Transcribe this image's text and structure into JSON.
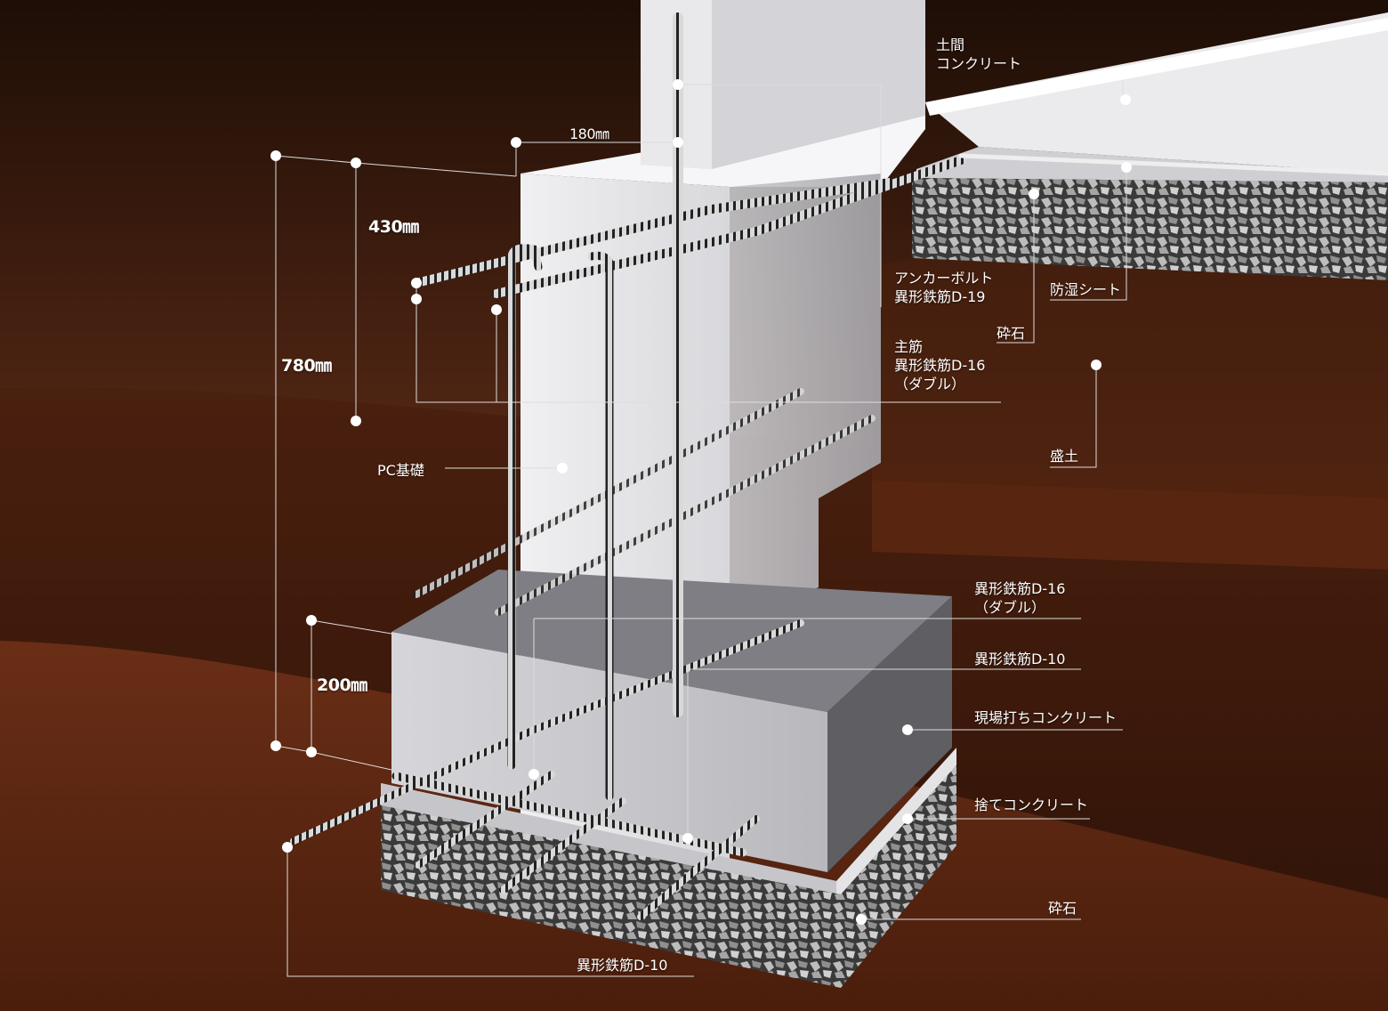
{
  "labels": {
    "doma_concrete": [
      "土間",
      "コンクリート"
    ],
    "moisture_sheet": "防湿シート",
    "anchor_bolt": [
      "アンカーボルト",
      "異形鉄筋D-19"
    ],
    "crushed_stone_upper": "砕石",
    "main_rebar": [
      "主筋",
      "異形鉄筋D-16",
      "（ダブル）"
    ],
    "fill_soil": "盛土",
    "pc_foundation": "PC基礎",
    "rebar_d16_double": [
      "異形鉄筋D-16",
      "（ダブル）"
    ],
    "rebar_d10_upper": "異形鉄筋D-10",
    "cast_in_place": "現場打ちコンクリート",
    "blinding_concrete": "捨てコンクリート",
    "crushed_stone_lower": "砕石",
    "rebar_d10_bottom": "異形鉄筋D-10"
  },
  "dimensions": {
    "width": "180㎜",
    "upper_height": "430㎜",
    "total_height": "780㎜",
    "footing_height": "200㎜"
  },
  "colors": {
    "soil_dark": "#3a1a0c",
    "soil_light": "#6b3520",
    "concrete_light": "#e6e6e8",
    "concrete_mid": "#c9c9cc",
    "concrete_dark": "#8e8e92",
    "leader": "#dddddd"
  }
}
